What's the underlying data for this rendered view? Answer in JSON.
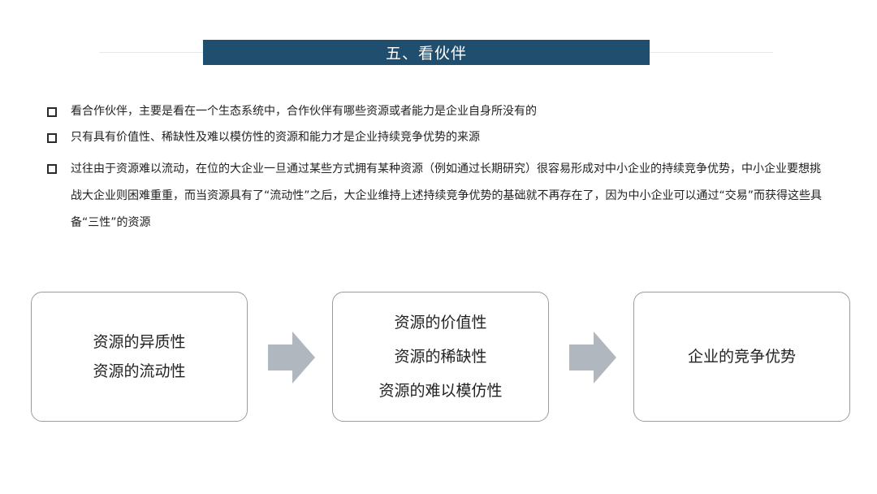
{
  "colors": {
    "title_bar": "#1f4e6f",
    "arrow": "#b1b7bf",
    "box_border": "#9c9c9c"
  },
  "title": "五、看伙伴",
  "bullets": [
    "看合作伙伴，主要是看在一个生态系统中，合作伙伴有哪些资源或者能力是企业自身所没有的",
    "只有具有价值性、稀缺性及难以模仿性的资源和能力才是企业持续竞争优势的来源",
    "过往由于资源难以流动，在位的大企业一旦通过某些方式拥有某种资源（例如通过长期研究）很容易形成对中小企业的持续竞争优势，中小企业要想挑战大企业则困难重重，而当资源具有了“流动性”之后，大企业维持上述持续竞争优势的基础就不再存在了，因为中小企业可以通过“交易”而获得这些具备“三性”的资源"
  ],
  "flow": {
    "box1": [
      "资源的异质性",
      "资源的流动性"
    ],
    "box2": [
      "资源的价值性",
      "资源的稀缺性",
      "资源的难以模仿性"
    ],
    "box3": [
      "企业的竞争优势"
    ],
    "arrow_icon": "right-arrow-icon"
  }
}
